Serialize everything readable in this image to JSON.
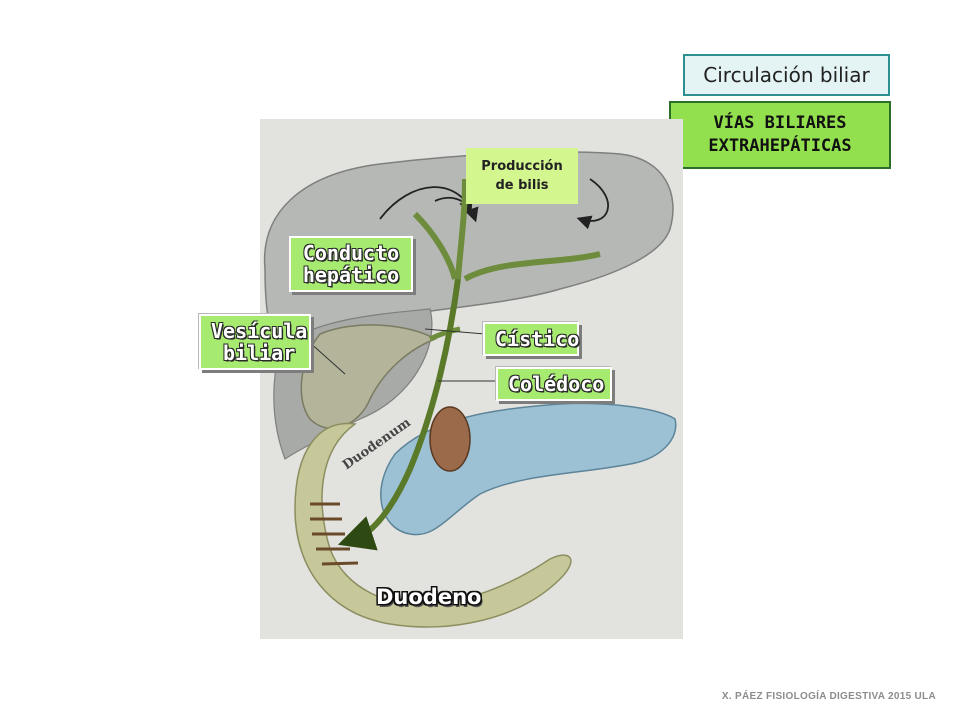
{
  "title": "Circulación biliar",
  "subtitle": [
    "VÍAS BILIARES",
    "EXTRAHEPÁTICAS"
  ],
  "labels": {
    "produccion": [
      "Producción",
      "de bilis"
    ],
    "conducto": [
      "Conducto",
      "hepático"
    ],
    "vesicula": [
      "Vesícula",
      "biliar"
    ],
    "cistico": "Cístico",
    "coledoco": "Colédoco",
    "duodeno": "Duodeno",
    "duodenum_print": "Duodenum"
  },
  "footer": "X. PÁEZ   FISIOLOGÍA DIGESTIVA 2015 ULA",
  "colors": {
    "label_green": "#a6ea6f",
    "box_green": "#93e04e",
    "liver": "#b6b8b6",
    "pancreas": "#9cc1d4",
    "gallbladder": "#b3b49a",
    "duct": "#5a7a2a"
  }
}
